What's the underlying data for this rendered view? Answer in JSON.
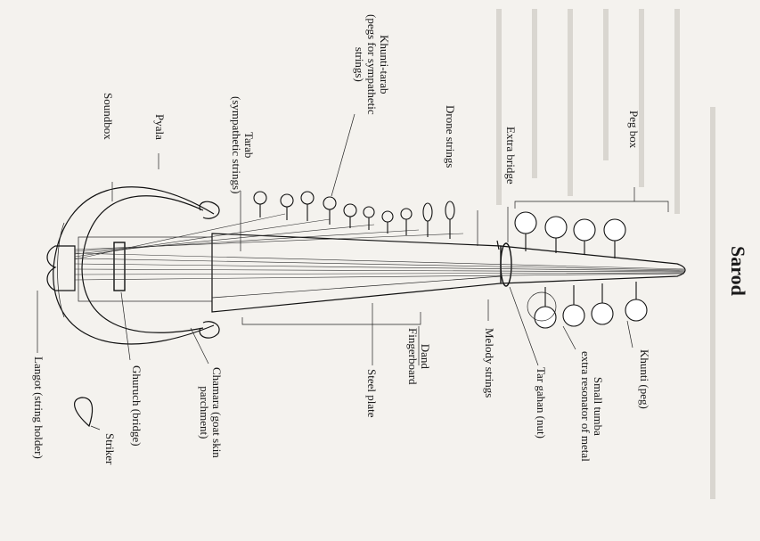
{
  "title": "Sarod",
  "labels": {
    "peg_box": "Peg box",
    "extra_bridge": "Extra bridge",
    "drone_strings": "Drone strings",
    "khunti_tarab": "Khunti-tarab\n(pegs for sympathetic\nstrings)",
    "tarab": "Tarab\n(sympathetic strings)",
    "pyala": "Pyala",
    "soundbox": "Soundbox",
    "khunti": "Khunti (peg)",
    "small_tumba": "Small tumba\nextra resonator of metal",
    "tar_gahan": "Tar gahan (nut)",
    "melody_strings": "Melody strings",
    "dand": "Dand\nFingerboard",
    "steel_plate": "Steel plate",
    "chamara": "Chamara (goat skin\nparchment)",
    "ghuruch": "Ghuruch (bridge)",
    "striker": "Striker",
    "langot": "Langot (string holder)"
  }
}
